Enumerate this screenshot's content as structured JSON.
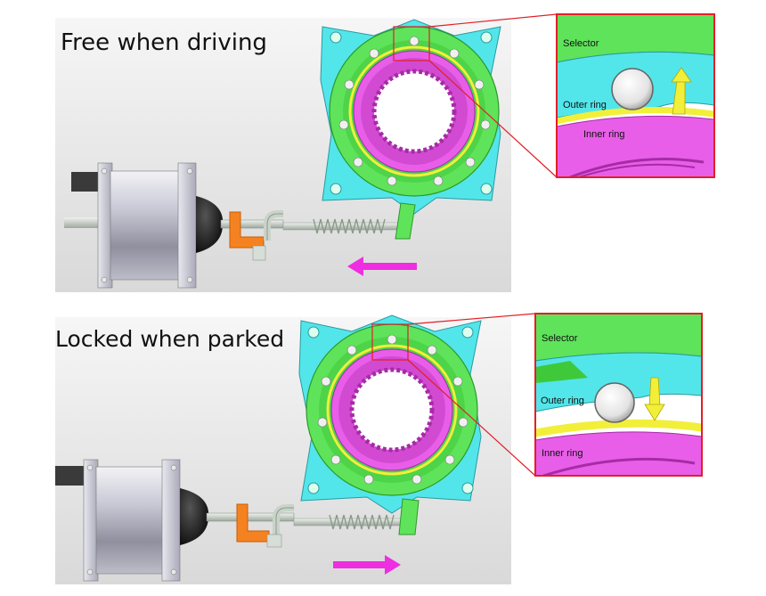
{
  "panels": [
    {
      "title": "Free when driving",
      "zoom_labels": {
        "selector": "Selector",
        "outer_ring": "Outer ring",
        "inner_ring": "Inner ring"
      },
      "selector_arrow": "up",
      "motion_arrow": "left"
    },
    {
      "title": "Locked when parked",
      "zoom_labels": {
        "selector": "Selector",
        "outer_ring": "Outer ring",
        "inner_ring": "Inner ring"
      },
      "selector_arrow": "down",
      "motion_arrow": "right"
    }
  ],
  "colors": {
    "selector": "#5fe35a",
    "mount": "#52e6ea",
    "inner_ring": "#e85ee8",
    "outer_ring": "#f2ef3a",
    "zoom_frame": "#e21f26",
    "motion_arrow": "#ee2ee0",
    "lever": "#f58220",
    "callout_arrow": "#f2ef3a"
  }
}
